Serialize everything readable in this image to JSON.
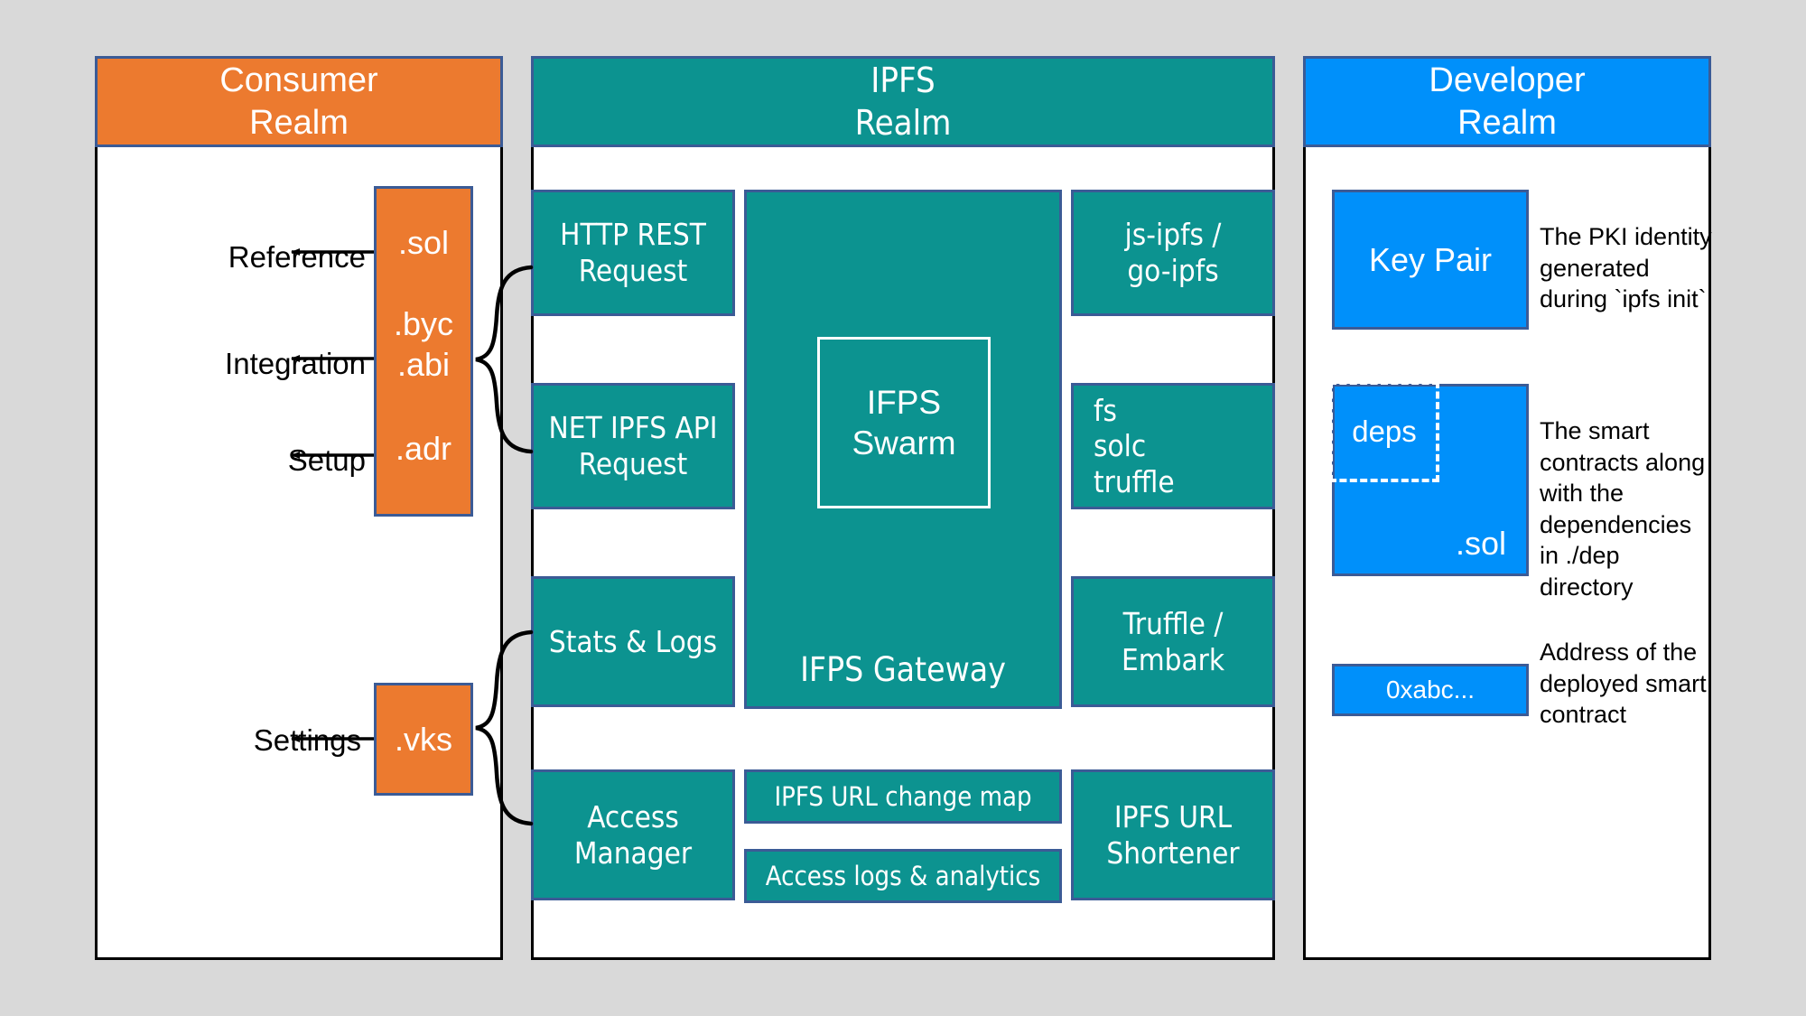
{
  "diagram": {
    "title": "IPFS smart-contract realms architecture",
    "background_color": "#d9d9d9",
    "palette": {
      "consumer": "#ec7a2f",
      "ipfs": "#0c9390",
      "developer": "#0090fa",
      "box_border": "#3b5b96",
      "panel_border": "#000000",
      "panel_fill": "#ffffff",
      "text_on_fill": "#ffffff",
      "text_on_panel": "#000000"
    }
  },
  "consumer_realm": {
    "header": "Consumer\nRealm",
    "labels": [
      {
        "text": "Reference"
      },
      {
        "text": "Integration"
      },
      {
        "text": "Setup"
      },
      {
        "text": "Settings"
      }
    ],
    "artifact_box": {
      "lines": [
        ".sol",
        ".byc",
        ".abi",
        ".adr"
      ]
    },
    "keystore_box": {
      "label": ".vks"
    }
  },
  "ipfs_realm": {
    "header": "IPFS\nRealm",
    "left_column": [
      {
        "label": "HTTP REST\nRequest"
      },
      {
        "label": "NET IPFS API\nRequest"
      },
      {
        "label": "Stats & Logs"
      },
      {
        "label": "Access\nManager"
      }
    ],
    "center": {
      "gateway_label": "IFPS Gateway",
      "swarm_label": "IFPS\nSwarm",
      "lower_boxes": [
        {
          "label": "IPFS URL change map"
        },
        {
          "label": "Access logs & analytics"
        }
      ]
    },
    "right_column": [
      {
        "label": "js-ipfs /\ngo-ipfs"
      },
      {
        "label": "fs\nsolc\ntruffle"
      },
      {
        "label": "Truffle /\nEmbark"
      },
      {
        "label": "IPFS URL\nShortener"
      }
    ]
  },
  "developer_realm": {
    "header": "Developer\nRealm",
    "items": [
      {
        "box_label": "Key Pair",
        "note": "The PKI identity\ngenerated\nduring `ipfs init`"
      },
      {
        "box_label": ".sol",
        "dashed_label": "deps",
        "note": "The smart\ncontracts along\nwith the\ndependencies\nin ./dep\ndirectory"
      },
      {
        "box_label": "0xabc...",
        "note": "Address of the\ndeployed smart\ncontract"
      }
    ]
  }
}
